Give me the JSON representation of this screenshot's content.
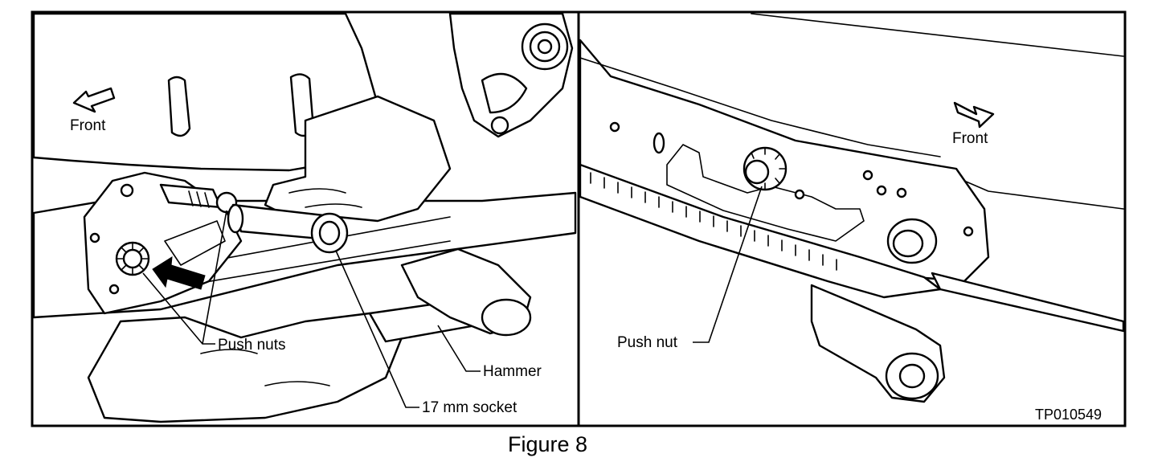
{
  "caption": "Figure 8",
  "left_panel": {
    "front_label": "Front",
    "push_nuts_label": "Push nuts",
    "hammer_label": "Hammer",
    "socket_label": "17 mm socket"
  },
  "right_panel": {
    "front_label": "Front",
    "push_nut_label": "Push nut",
    "part_code": "TP010549"
  }
}
